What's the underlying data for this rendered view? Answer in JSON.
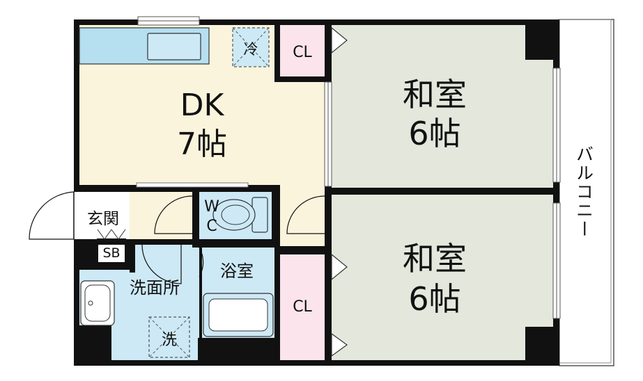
{
  "rooms": {
    "dk": {
      "name": "DK",
      "size": "7帖"
    },
    "washitsu_top": {
      "name": "和室",
      "size": "6帖"
    },
    "washitsu_bottom": {
      "name": "和室",
      "size": "6帖"
    },
    "closet_top": {
      "name": "CL"
    },
    "closet_bottom": {
      "name": "CL"
    },
    "genkan": {
      "name": "玄関"
    },
    "shoe_box": {
      "name": "SB"
    },
    "toilet": {
      "name": "W",
      "name2": "C"
    },
    "bathroom": {
      "name": "浴室"
    },
    "washroom": {
      "name": "洗面所"
    },
    "balcony": {
      "name": "バルコニー"
    }
  },
  "fixtures": {
    "fridge": {
      "label": "冷"
    },
    "washer": {
      "label": "洗"
    }
  },
  "colors": {
    "wall": "#111111",
    "dk_floor": "#fbf4dc",
    "tatami": "#e3e7dc",
    "closet": "#fbe4ec",
    "wet_area": "#cde9f6",
    "fixture_fill": "#b6dff0"
  }
}
